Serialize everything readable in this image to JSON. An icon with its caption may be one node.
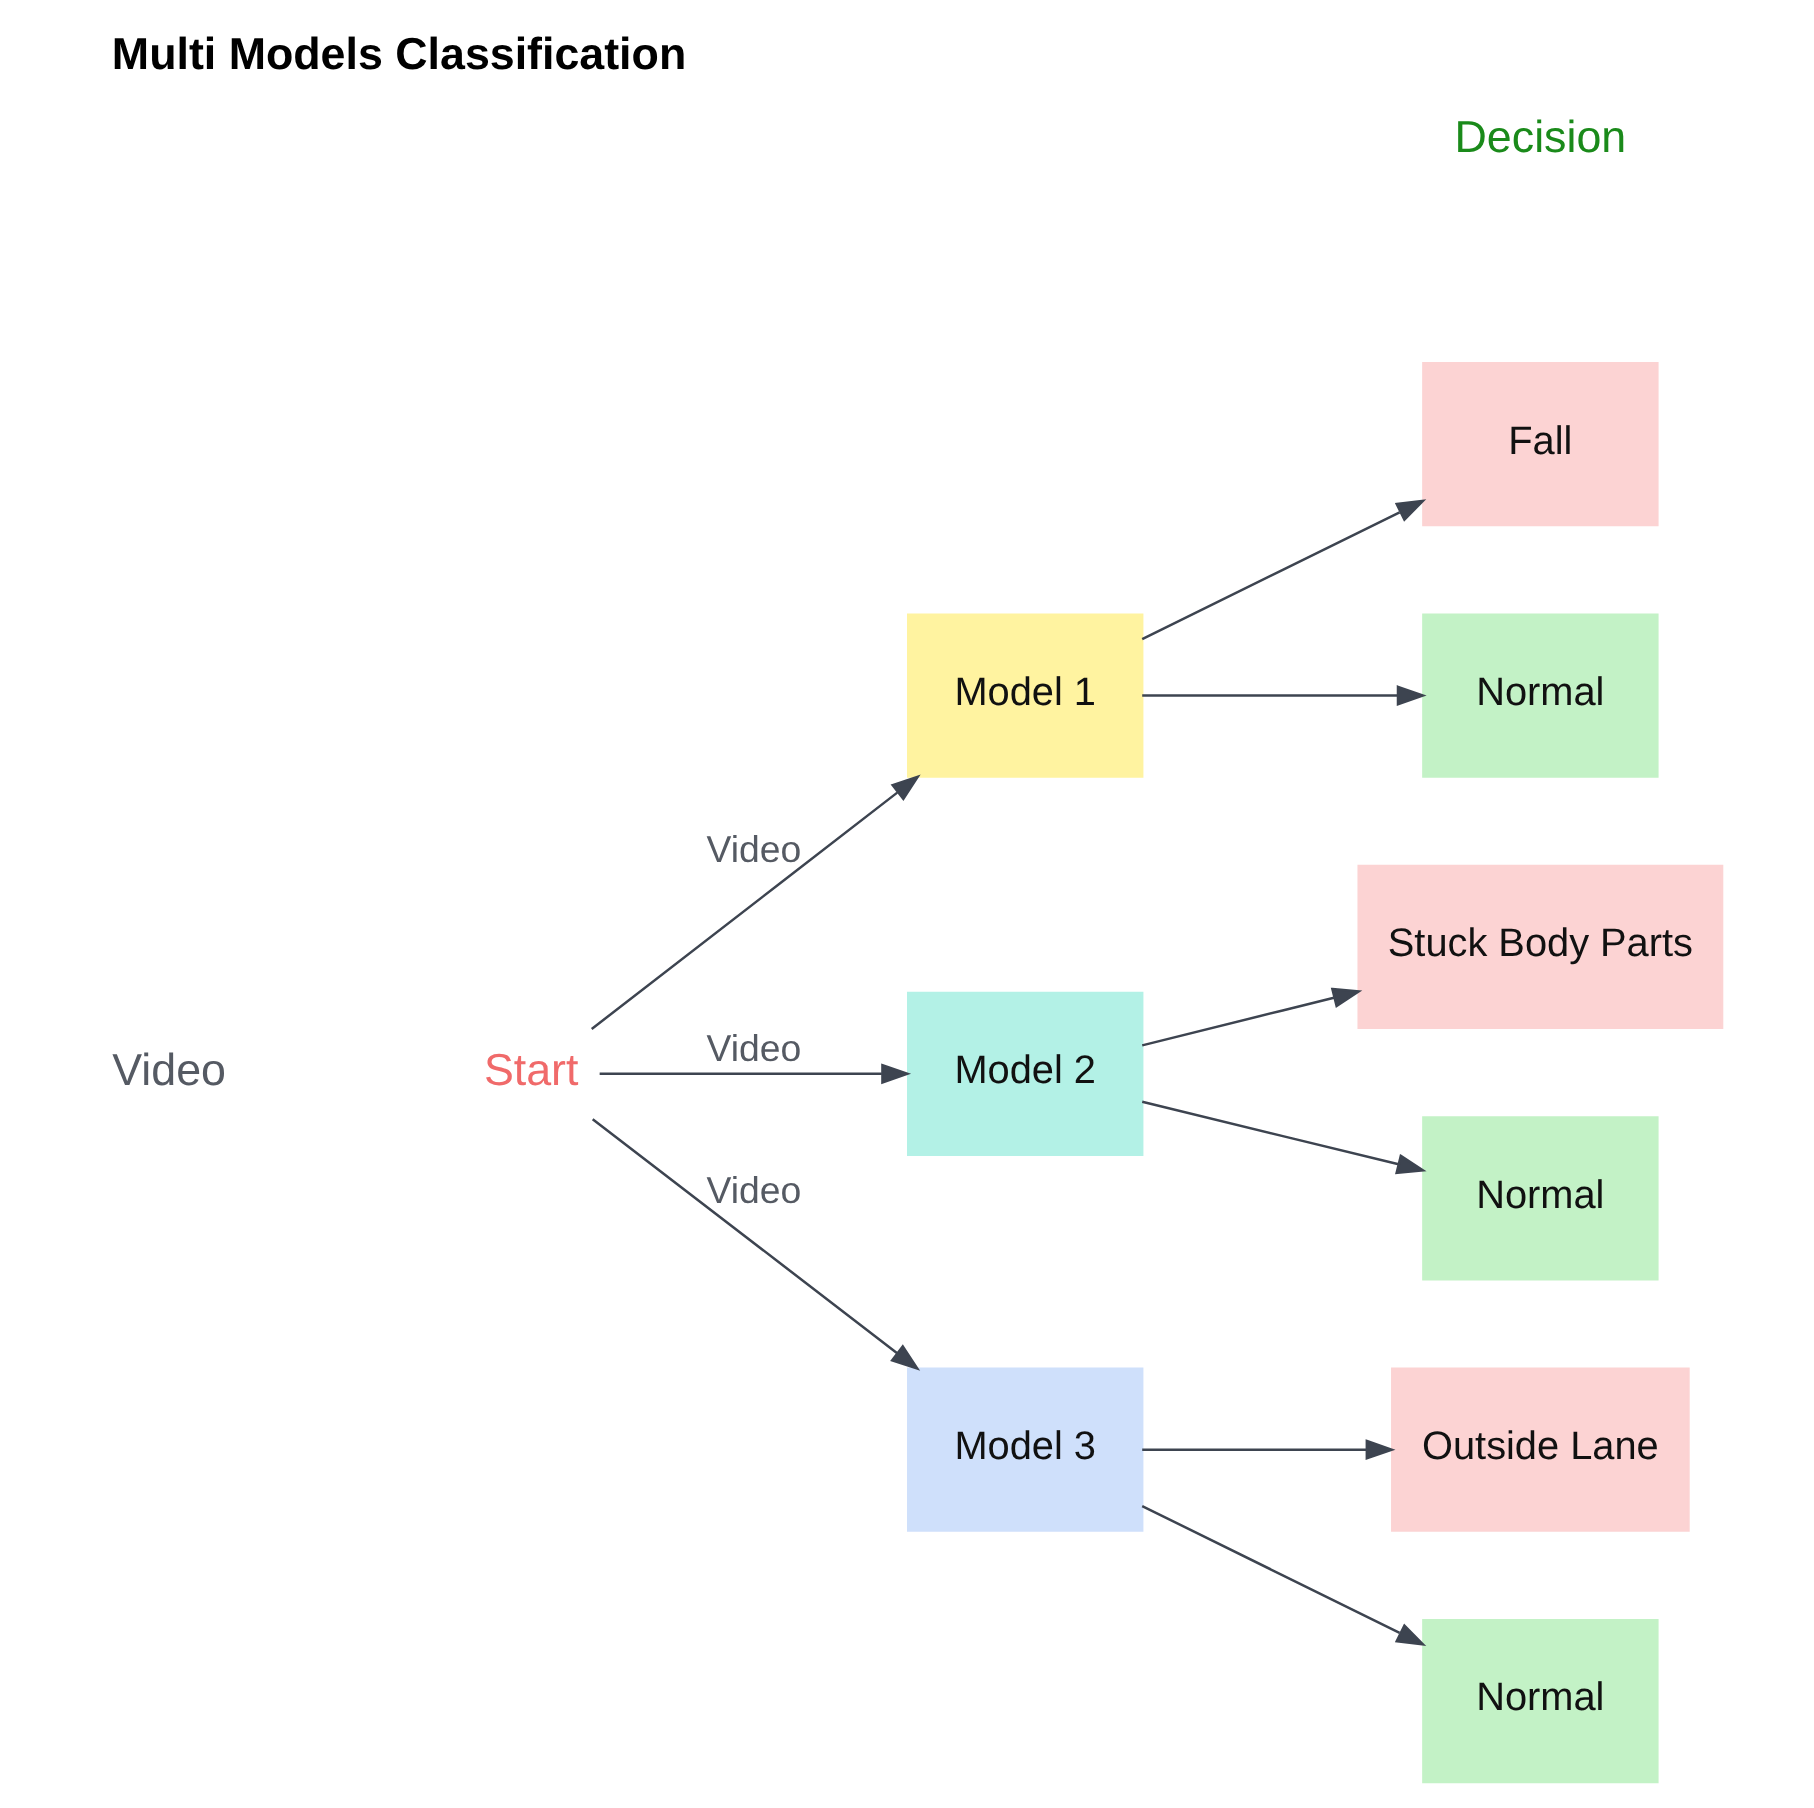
{
  "diagram": {
    "title": "Multi Models Classification",
    "nodes": [
      {
        "text": [
          "Start"
        ]
      },
      {
        "text": [
          "Model 1"
        ]
      },
      {
        "text": [
          "Fall"
        ]
      },
      {
        "text": [
          "Normal"
        ]
      },
      {
        "text": [
          "Model 2"
        ]
      },
      {
        "text": [
          "Stuck Body Parts"
        ]
      },
      {
        "text": [
          "Normal"
        ]
      },
      {
        "text": [
          "Model 3"
        ]
      },
      {
        "text": [
          "Outside Lane"
        ]
      },
      {
        "text": [
          "Normal"
        ]
      }
    ],
    "edges": [
      {
        "from": 0,
        "to": 1,
        "arrow": "to",
        "label": "Video"
      },
      {
        "from": 0,
        "to": 4,
        "arrow": "to",
        "label": "Video"
      },
      {
        "from": 0,
        "to": 7,
        "arrow": "to",
        "label": "Video"
      },
      {
        "from": 1,
        "to": 2,
        "arrow": "to"
      },
      {
        "from": 1,
        "to": 3,
        "arrow": "to"
      },
      {
        "from": 4,
        "to": 5,
        "arrow": "to"
      },
      {
        "from": 4,
        "to": 6,
        "arrow": "to"
      },
      {
        "from": 7,
        "to": 8,
        "arrow": "to"
      },
      {
        "from": 7,
        "to": 9,
        "arrow": "to"
      }
    ],
    "labels": [
      "Decision",
      "Video"
    ]
  }
}
